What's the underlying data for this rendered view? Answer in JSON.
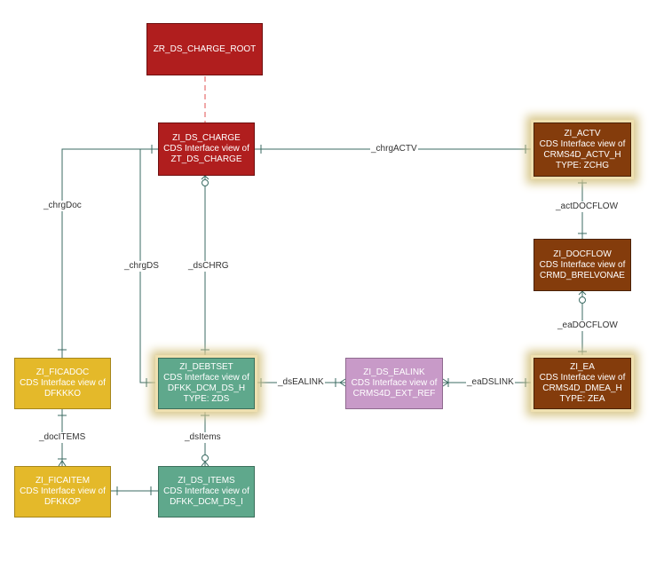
{
  "nodes": {
    "root": {
      "lines": [
        "ZR_DS_CHARGE_ROOT"
      ]
    },
    "charge": {
      "lines": [
        "ZI_DS_CHARGE",
        "CDS Interface view of",
        "ZT_DS_CHARGE"
      ]
    },
    "actv": {
      "lines": [
        "ZI_ACTV",
        "CDS Interface view of",
        "CRMS4D_ACTV_H",
        "TYPE: ZCHG"
      ]
    },
    "docflow": {
      "lines": [
        "ZI_DOCFLOW",
        "CDS Interface view of",
        "CRMD_BRELVONAE"
      ]
    },
    "ficadoc": {
      "lines": [
        "ZI_FICADOC",
        "CDS Interface view of",
        "DFKKKO"
      ]
    },
    "debtset": {
      "lines": [
        "ZI_DEBTSET",
        "CDS Interface view of",
        "DFKK_DCM_DS_H",
        "TYPE: ZDS"
      ]
    },
    "ealink": {
      "lines": [
        "ZI_DS_EALINK",
        "CDS Interface view of",
        "CRMS4D_EXT_REF"
      ]
    },
    "ea": {
      "lines": [
        "ZI_EA",
        "CDS Interface view of",
        "CRMS4D_DMEA_H",
        "TYPE: ZEA"
      ]
    },
    "ficaitem": {
      "lines": [
        "ZI_FICAITEM",
        "CDS Interface view of",
        "DFKKOP"
      ]
    },
    "dsitems": {
      "lines": [
        "ZI_DS_ITEMS",
        "CDS Interface view of",
        "DFKK_DCM_DS_I"
      ]
    }
  },
  "edges": {
    "chrgACTV": "_chrgACTV",
    "actDOCFLOW": "_actDOCFLOW",
    "eaDOCFLOW": "_eaDOCFLOW",
    "chrgDoc": "_chrgDoc",
    "chrgDS": "_chrgDS",
    "dsCHRG": "_dsCHRG",
    "dsEALINK": "_dsEALINK",
    "eaDSLINK": "_eaDSLINK",
    "docITEMS": "_docITEMS",
    "dsItems": "_dsItems"
  },
  "colors": {
    "red": "#b01e1e",
    "brown": "#843c0c",
    "teal": "#5fa88c",
    "yellow": "#e4b92a",
    "pink": "#c89ac8",
    "line": "#3b6b63",
    "dashed": "#e05050",
    "glow": "#d9c98f"
  }
}
